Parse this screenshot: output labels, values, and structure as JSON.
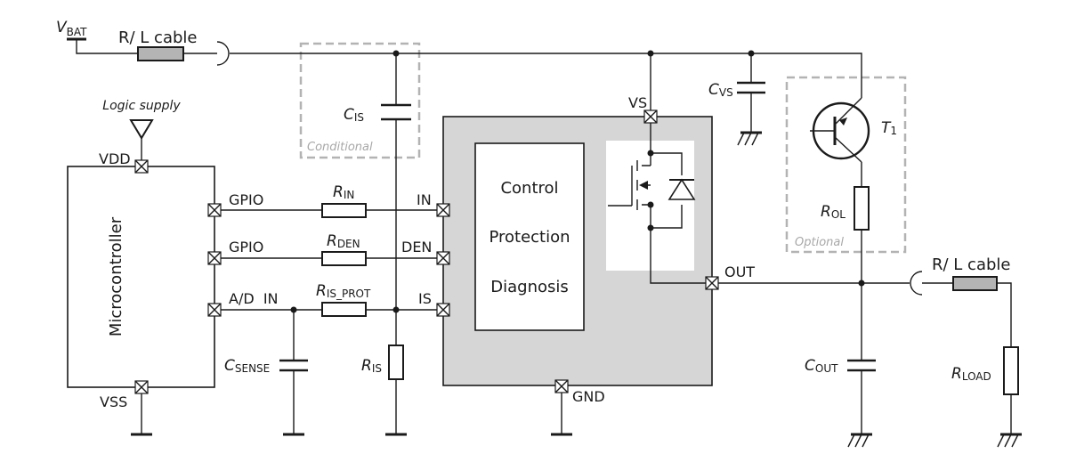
{
  "supply": {
    "v_base": "V",
    "v_sub": "BAT",
    "logic_supply": "Logic supply"
  },
  "cables": {
    "input": "R/ L cable",
    "output": "R/ L cable"
  },
  "microcontroller": {
    "title": "Microcontroller",
    "pins": {
      "vdd": "VDD",
      "gpio1": "GPIO",
      "gpio2": "GPIO",
      "ad_in": "A/D  IN",
      "vss": "VSS"
    }
  },
  "device": {
    "block_lines": [
      "Control",
      "Protection",
      "Diagnosis"
    ],
    "pins": {
      "vs": "VS",
      "in": "IN",
      "den": "DEN",
      "is": "IS",
      "out": "OUT",
      "gnd": "GND"
    }
  },
  "components": {
    "r_in": {
      "base": "R",
      "sub": "IN"
    },
    "r_den": {
      "base": "R",
      "sub": "DEN"
    },
    "r_is_prot": {
      "base": "R",
      "sub": "IS_PROT"
    },
    "r_is": {
      "base": "R",
      "sub": "IS"
    },
    "c_is": {
      "base": "C",
      "sub": "IS"
    },
    "c_sense": {
      "base": "C",
      "sub": "SENSE"
    },
    "c_vs": {
      "base": "C",
      "sub": "VS"
    },
    "c_out": {
      "base": "C",
      "sub": "OUT"
    },
    "r_ol": {
      "base": "R",
      "sub": "OL"
    },
    "r_load": {
      "base": "R",
      "sub": "LOAD"
    },
    "t1": {
      "base": "T",
      "sub": "1"
    }
  },
  "boxes": {
    "conditional": "Conditional",
    "optional": "Optional"
  },
  "colors": {
    "device_fill": "#d6d6d6",
    "dashed_box": "#b3b3b3",
    "cable_fill": "#b4b4b4"
  }
}
